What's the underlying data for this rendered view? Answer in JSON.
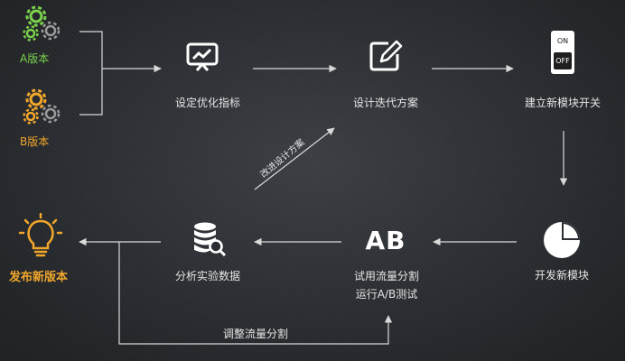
{
  "variants": {
    "a_label": "A版本",
    "b_label": "B版本"
  },
  "steps": {
    "set_goal": "设定优化指标",
    "design_plan": "设计迭代方案",
    "build_switch": "建立新模块开关",
    "develop_module": "开发新模块",
    "trial_line1": "试用流量分割",
    "trial_line2": "运行A/B测试",
    "analyze": "分析实验数据",
    "release": "发布新版本"
  },
  "arrows": {
    "improve_design": "改进设计方案",
    "adjust_traffic": "调整流量分割"
  },
  "badges": {
    "ab": "AB",
    "switch_on": "ON",
    "switch_off": "OFF"
  },
  "colors": {
    "green": "#7ad14a",
    "orange": "#f2a72c",
    "white": "#ffffff",
    "line": "#d9d9d9"
  }
}
